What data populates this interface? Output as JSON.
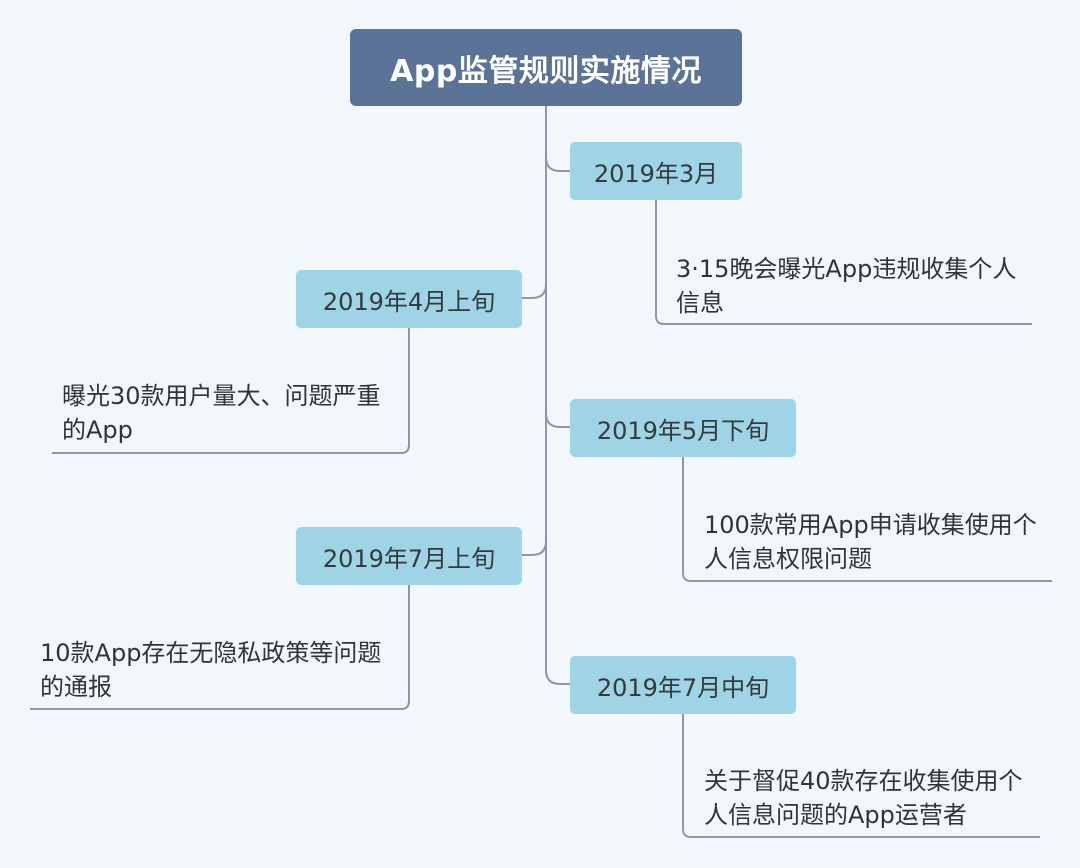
{
  "diagram": {
    "root_title": "App监管规则实施情况",
    "nodes": [
      {
        "date": "2019年3月",
        "description": "3·15晚会曝光App违规收集个人信息"
      },
      {
        "date": "2019年4月上旬",
        "description": "曝光30款用户量大、问题严重的App"
      },
      {
        "date": "2019年5月下旬",
        "description": "100款常用App申请收集使用个人信息权限问题"
      },
      {
        "date": "2019年7月上旬",
        "description": "10款App存在无隐私政策等问题的通报"
      },
      {
        "date": "2019年7月中旬",
        "description": "关于督促40款存在收集使用个人信息问题的App运营者"
      }
    ]
  },
  "colors": {
    "background": "#f1f7fb",
    "root_fill": "#5b7397",
    "date_fill": "#9ed4e6",
    "line": "#8f95ab"
  }
}
